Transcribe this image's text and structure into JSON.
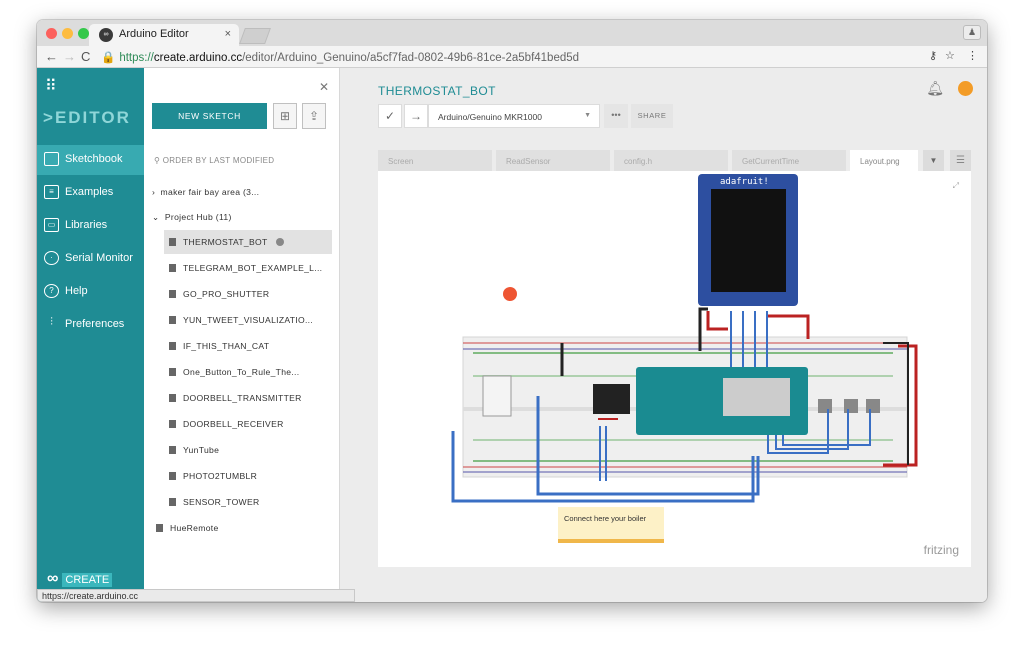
{
  "browser": {
    "tab_title": "Arduino Editor",
    "tab_close": "×",
    "url_scheme": "https://",
    "url_host": "create.arduino.cc",
    "url_path": "/editor/Arduino_Genuino/a5cf7fad-0802-49b6-81ce-2a5bf41bed5d",
    "status_url": "https://create.arduino.cc"
  },
  "sidebar": {
    "logo": "EDITOR",
    "items": [
      {
        "label": "Sketchbook"
      },
      {
        "label": "Examples"
      },
      {
        "label": "Libraries"
      },
      {
        "label": "Serial Monitor"
      },
      {
        "label": "Help"
      },
      {
        "label": "Preferences"
      }
    ],
    "create_label": "CREATE"
  },
  "panel": {
    "new_sketch": "NEW SKETCH",
    "order": "ORDER BY LAST MODIFIED",
    "folders": [
      {
        "label": "maker fair bay area (3..."
      },
      {
        "label": "Project Hub (11)"
      }
    ],
    "sketches": [
      "THERMOSTAT_BOT",
      "TELEGRAM_BOT_EXAMPLE_L...",
      "GO_PRO_SHUTTER",
      "YUN_TWEET_VISUALIZATIO...",
      "IF_THIS_THAN_CAT",
      "One_Button_To_Rule_The...",
      "DOORBELL_TRANSMITTER",
      "DOORBELL_RECEIVER",
      "YunTube",
      "PHOTO2TUMBLR",
      "SENSOR_TOWER"
    ],
    "root_sketch": "HueRemote"
  },
  "main": {
    "title": "THERMOSTAT_BOT",
    "board": "Arduino/Genuino MKR1000",
    "share": "SHARE",
    "file_tabs": [
      "Screen",
      "ReadSensor",
      "config.h",
      "GetCurrentTime",
      "Layout.png"
    ],
    "canvas": {
      "display_brand": "adafruit!",
      "note": "Connect here your boiler",
      "watermark": "fritzing"
    }
  },
  "colors": {
    "accent": "#1f8c94",
    "accent_light": "#38aab1",
    "avatar": "#f39c27"
  }
}
